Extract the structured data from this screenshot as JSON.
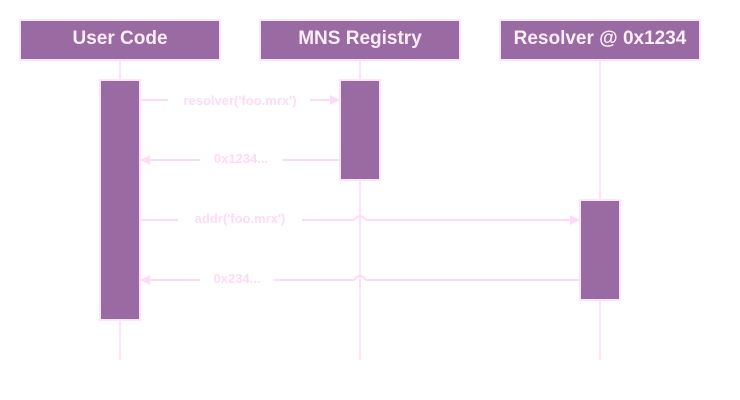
{
  "diagram": {
    "type": "sequence",
    "colors": {
      "actor_fill": "#9a6aa3",
      "actor_border": "#fbe4f7",
      "lifeline": "#fbe4f7",
      "message": "#fbdcf4",
      "activation_fill": "#9a6aa3"
    },
    "actors": [
      {
        "name": "User Code"
      },
      {
        "name": "MNS Registry"
      },
      {
        "name": "Resolver @ 0x1234"
      }
    ],
    "messages": [
      {
        "from": 0,
        "to": 1,
        "label": "resolver('foo.mrx')"
      },
      {
        "from": 1,
        "to": 0,
        "label": "0x1234..."
      },
      {
        "from": 0,
        "to": 2,
        "label": "addr('foo.mrx')"
      },
      {
        "from": 2,
        "to": 0,
        "label": "0x234..."
      }
    ]
  }
}
